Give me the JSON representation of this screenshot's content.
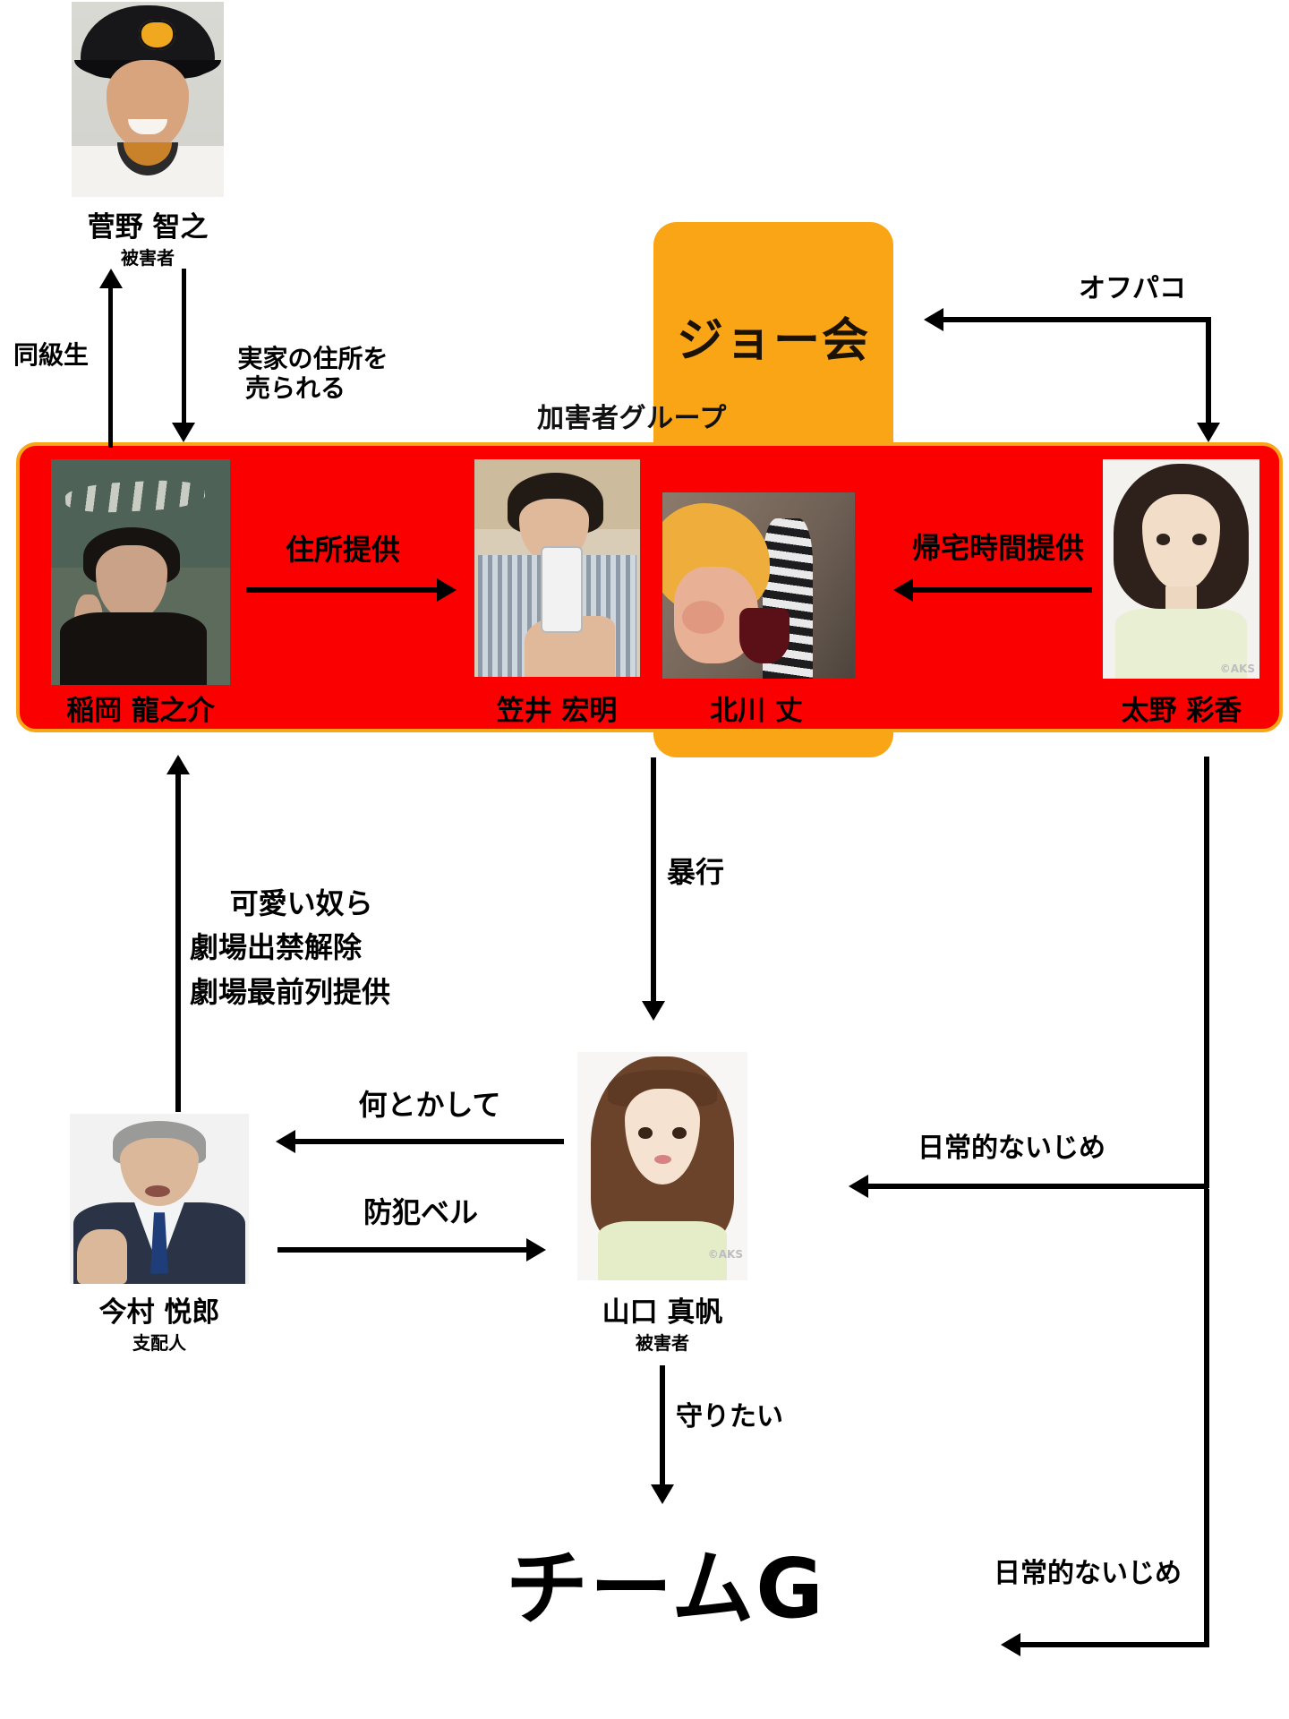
{
  "diagram": {
    "title_group_orange": "ジョー会",
    "group_red_caption": "加害者グループ",
    "team_label": "チームG"
  },
  "people": {
    "sugano": {
      "name": "菅野 智之",
      "role": "被害者"
    },
    "inaoka": {
      "name": "稲岡 龍之介",
      "role": ""
    },
    "kasai": {
      "name": "笠井 宏明",
      "role": ""
    },
    "kitagawa": {
      "name": "北川 丈",
      "role": ""
    },
    "ohno": {
      "name": "太野 彩香",
      "role": ""
    },
    "imamura": {
      "name": "今村 悦郎",
      "role": "支配人"
    },
    "yamaguchi": {
      "name": "山口 真帆",
      "role": "被害者"
    }
  },
  "edges": {
    "classmate": "同級生",
    "home_address_sold": "実家の住所を\n売られる",
    "address_provided": "住所提供",
    "return_time_provided": "帰宅時間提供",
    "offpako": "オフパコ",
    "favors": "可愛い奴ら\n劇場出禁解除\n劇場最前列提供",
    "assault": "暴行",
    "do_something": "何とかして",
    "security_bell": "防犯ベル",
    "daily_bullying_1": "日常的ないじめ",
    "daily_bullying_2": "日常的ないじめ",
    "want_to_protect": "守りたい"
  },
  "watermarks": {
    "ohno_photo": "©AKS",
    "yamaguchi_photo": "©AKS"
  },
  "colors": {
    "orange_box": "#f9a515",
    "red_box": "#fb0000",
    "line": "#000000",
    "background": "#ffffff"
  }
}
